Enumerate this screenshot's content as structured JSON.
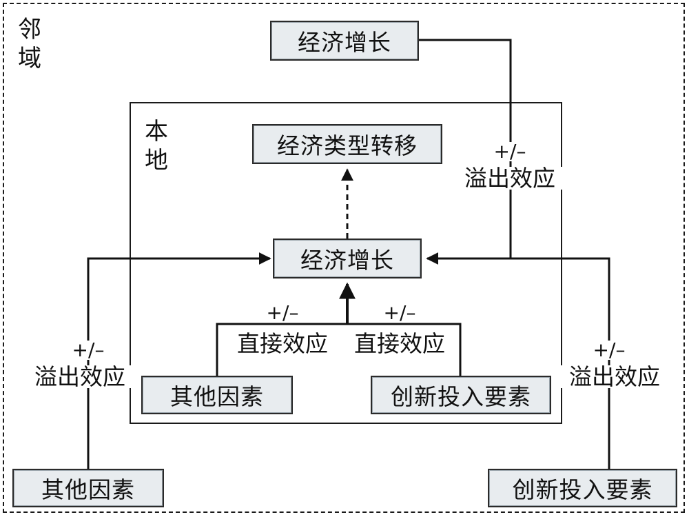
{
  "regions": {
    "neighbor": [
      "邻",
      "域"
    ],
    "local": [
      "本",
      "地"
    ]
  },
  "nodes": {
    "neighbor_growth": "经济增长",
    "transfer": "经济类型转移",
    "local_growth": "经济增长",
    "local_other": "其他因素",
    "local_innov": "创新投入要素",
    "neighbor_other": "其他因素",
    "neighbor_innov": "创新投入要素"
  },
  "labels": {
    "sign": "+/–",
    "direct_effect": "直接效应",
    "spillover_effect": "溢出效应"
  },
  "colors": {
    "box_fill": "#e8ecef",
    "stroke": "#111111"
  }
}
